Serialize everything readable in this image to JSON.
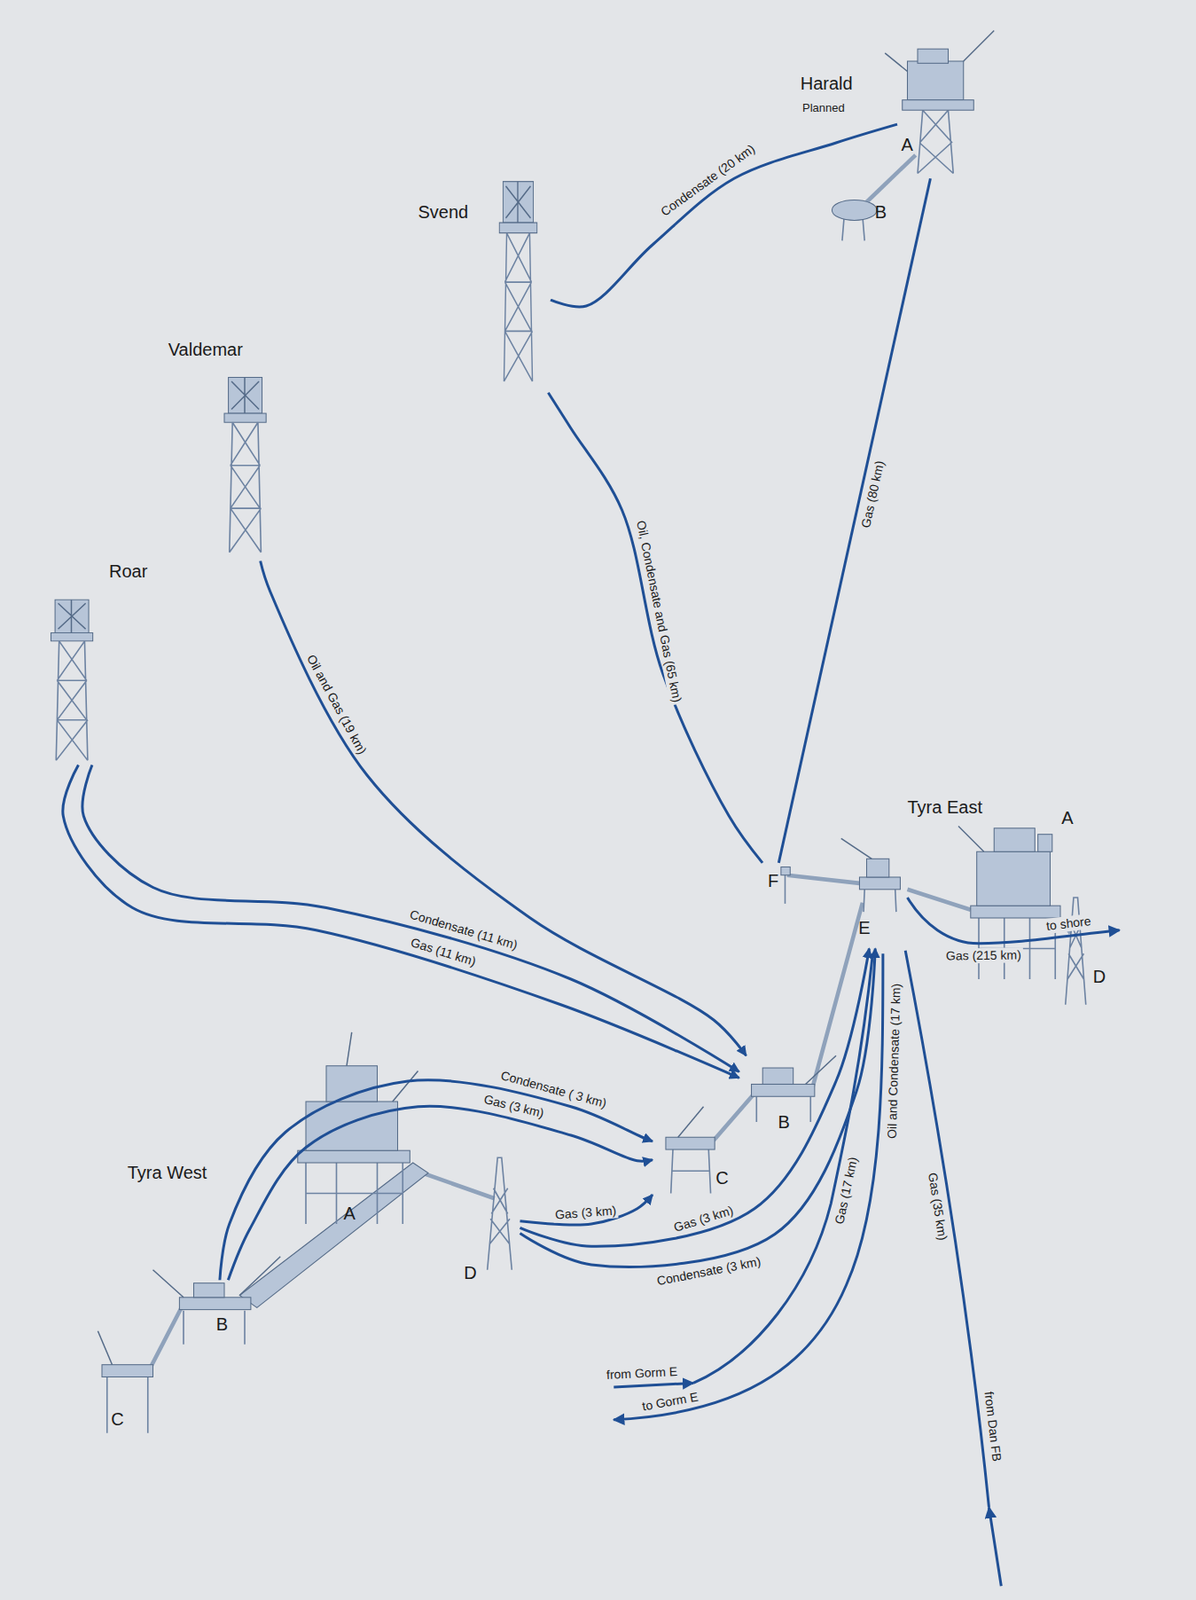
{
  "diagram": {
    "nodes": [
      {
        "text": [
          "Harald",
          "Planned"
        ]
      },
      {
        "text": [
          "A"
        ],
        "in": 0
      },
      {
        "text": [
          "B"
        ],
        "in": 0
      },
      {
        "text": [
          "Svend"
        ]
      },
      {
        "text": [
          "Valdemar"
        ]
      },
      {
        "text": [
          "Roar"
        ]
      },
      {
        "text": [
          "Tyra East"
        ]
      },
      {
        "text": [
          "A"
        ],
        "in": 6
      },
      {
        "text": [
          "B"
        ],
        "in": 6
      },
      {
        "text": [
          "C"
        ],
        "in": 6
      },
      {
        "text": [
          "D"
        ],
        "in": 6
      },
      {
        "text": [
          "E"
        ],
        "in": 6
      },
      {
        "text": [
          "F"
        ],
        "in": 6
      },
      {
        "text": [
          "Tyra West"
        ]
      },
      {
        "text": [
          "A"
        ],
        "in": 13
      },
      {
        "text": [
          "B"
        ],
        "in": 13
      },
      {
        "text": [
          "C"
        ],
        "in": 13
      },
      {
        "text": [
          "D"
        ],
        "in": 13
      }
    ],
    "edges": [
      {
        "from": 1,
        "to": 3,
        "label": "Condensate (20 km)",
        "arrow": "none"
      },
      {
        "from": 1,
        "to": 12,
        "label": "Gas (80 km)",
        "arrow": "none"
      },
      {
        "from": 3,
        "to": 12,
        "label": "Oil, Condensate and Gas (65 km)",
        "arrow": "none"
      },
      {
        "from": 4,
        "to": 8,
        "label": "Oil and Gas (19 km)",
        "arrow": "to"
      },
      {
        "from": 5,
        "to": 8,
        "label": "Condensate (11 km)",
        "arrow": "to"
      },
      {
        "from": 5,
        "to": 8,
        "label": "Gas (11 km)",
        "arrow": "to"
      },
      {
        "from": 15,
        "to": 9,
        "label": "Condensate ( 3 km)",
        "arrow": "to"
      },
      {
        "from": 15,
        "to": 9,
        "label": "Gas (3 km)",
        "arrow": "to"
      },
      {
        "from": 17,
        "to": 9,
        "label": "Gas (3 km)",
        "arrow": "to"
      },
      {
        "from": 17,
        "to": 11,
        "label": "Gas (3 km)",
        "arrow": "to"
      },
      {
        "from": 17,
        "to": 11,
        "label": "Condensate (3 km)",
        "arrow": "to"
      }
    ],
    "labels": [
      "Gas (215 km)",
      "to shore",
      "Gas (35 km)",
      "from Dan FB",
      "Gas (17 km)",
      "Oil and Condensate (17 km)",
      "from Gorm E",
      "to Gorm E"
    ]
  }
}
